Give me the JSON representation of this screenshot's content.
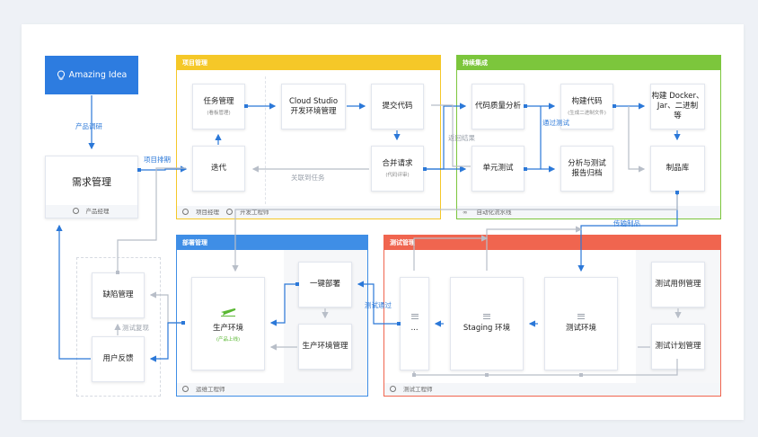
{
  "idea": {
    "label": "Amazing Idea"
  },
  "demand": {
    "title": "需求管理",
    "role": "产品经理"
  },
  "labels": {
    "product_research": "产品调研",
    "project_schedule": "项目排期",
    "link_task": "关联到任务",
    "return_result": "返回结果",
    "test_pass_ci": "通过测试",
    "transfer_artifact": "传输制品",
    "test_pass_deploy": "测试通过",
    "test_feedback": "测试复现"
  },
  "groups": {
    "project": {
      "title": "项目管理",
      "roles": [
        "项目经理",
        "开发工程师"
      ]
    },
    "ci": {
      "title": "持续集成",
      "roles": [
        "自动化流水线"
      ]
    },
    "deploy": {
      "title": "部署管理",
      "roles": [
        "运维工程师"
      ]
    },
    "test": {
      "title": "测试管理",
      "roles": [
        "测试工程师"
      ]
    }
  },
  "cards": {
    "task": {
      "title": "任务管理",
      "sub": "(看板管理)"
    },
    "iterate": {
      "title": "迭代"
    },
    "cloud": {
      "title1": "Cloud Studio",
      "title2": "开发环境管理"
    },
    "commit": {
      "title": "提交代码"
    },
    "merge": {
      "title": "合并请求",
      "sub": "(代码评审)"
    },
    "quality": {
      "title": "代码质量分析"
    },
    "unit": {
      "title": "单元测试"
    },
    "build": {
      "title": "构建代码",
      "sub": "(生成二进制文件)"
    },
    "analysis": {
      "title1": "分析与测试",
      "title2": "报告归档"
    },
    "docker": {
      "title1": "构建 Docker、",
      "title2": "Jar、二进制",
      "title3": "等"
    },
    "artifact": {
      "title": "制品库"
    },
    "defect": {
      "title": "缺陷管理"
    },
    "feedback": {
      "title": "用户反馈"
    },
    "prod": {
      "title": "生产环境",
      "sub": "(产品上线)"
    },
    "onekey": {
      "title": "一键部署"
    },
    "prodenv": {
      "title": "生产环境管理"
    },
    "dots": {
      "title": "..."
    },
    "staging": {
      "title": "Staging 环境"
    },
    "testenv": {
      "title": "测试环境"
    },
    "testcase": {
      "title": "测试用例管理"
    },
    "testplan": {
      "title": "测试计划管理"
    }
  },
  "colors": {
    "project": "#f5c828",
    "ci": "#7cc63c",
    "deploy": "#3f8ee6",
    "test": "#f0654f",
    "link": "#2b78d8",
    "gray": "#b8bec8"
  }
}
